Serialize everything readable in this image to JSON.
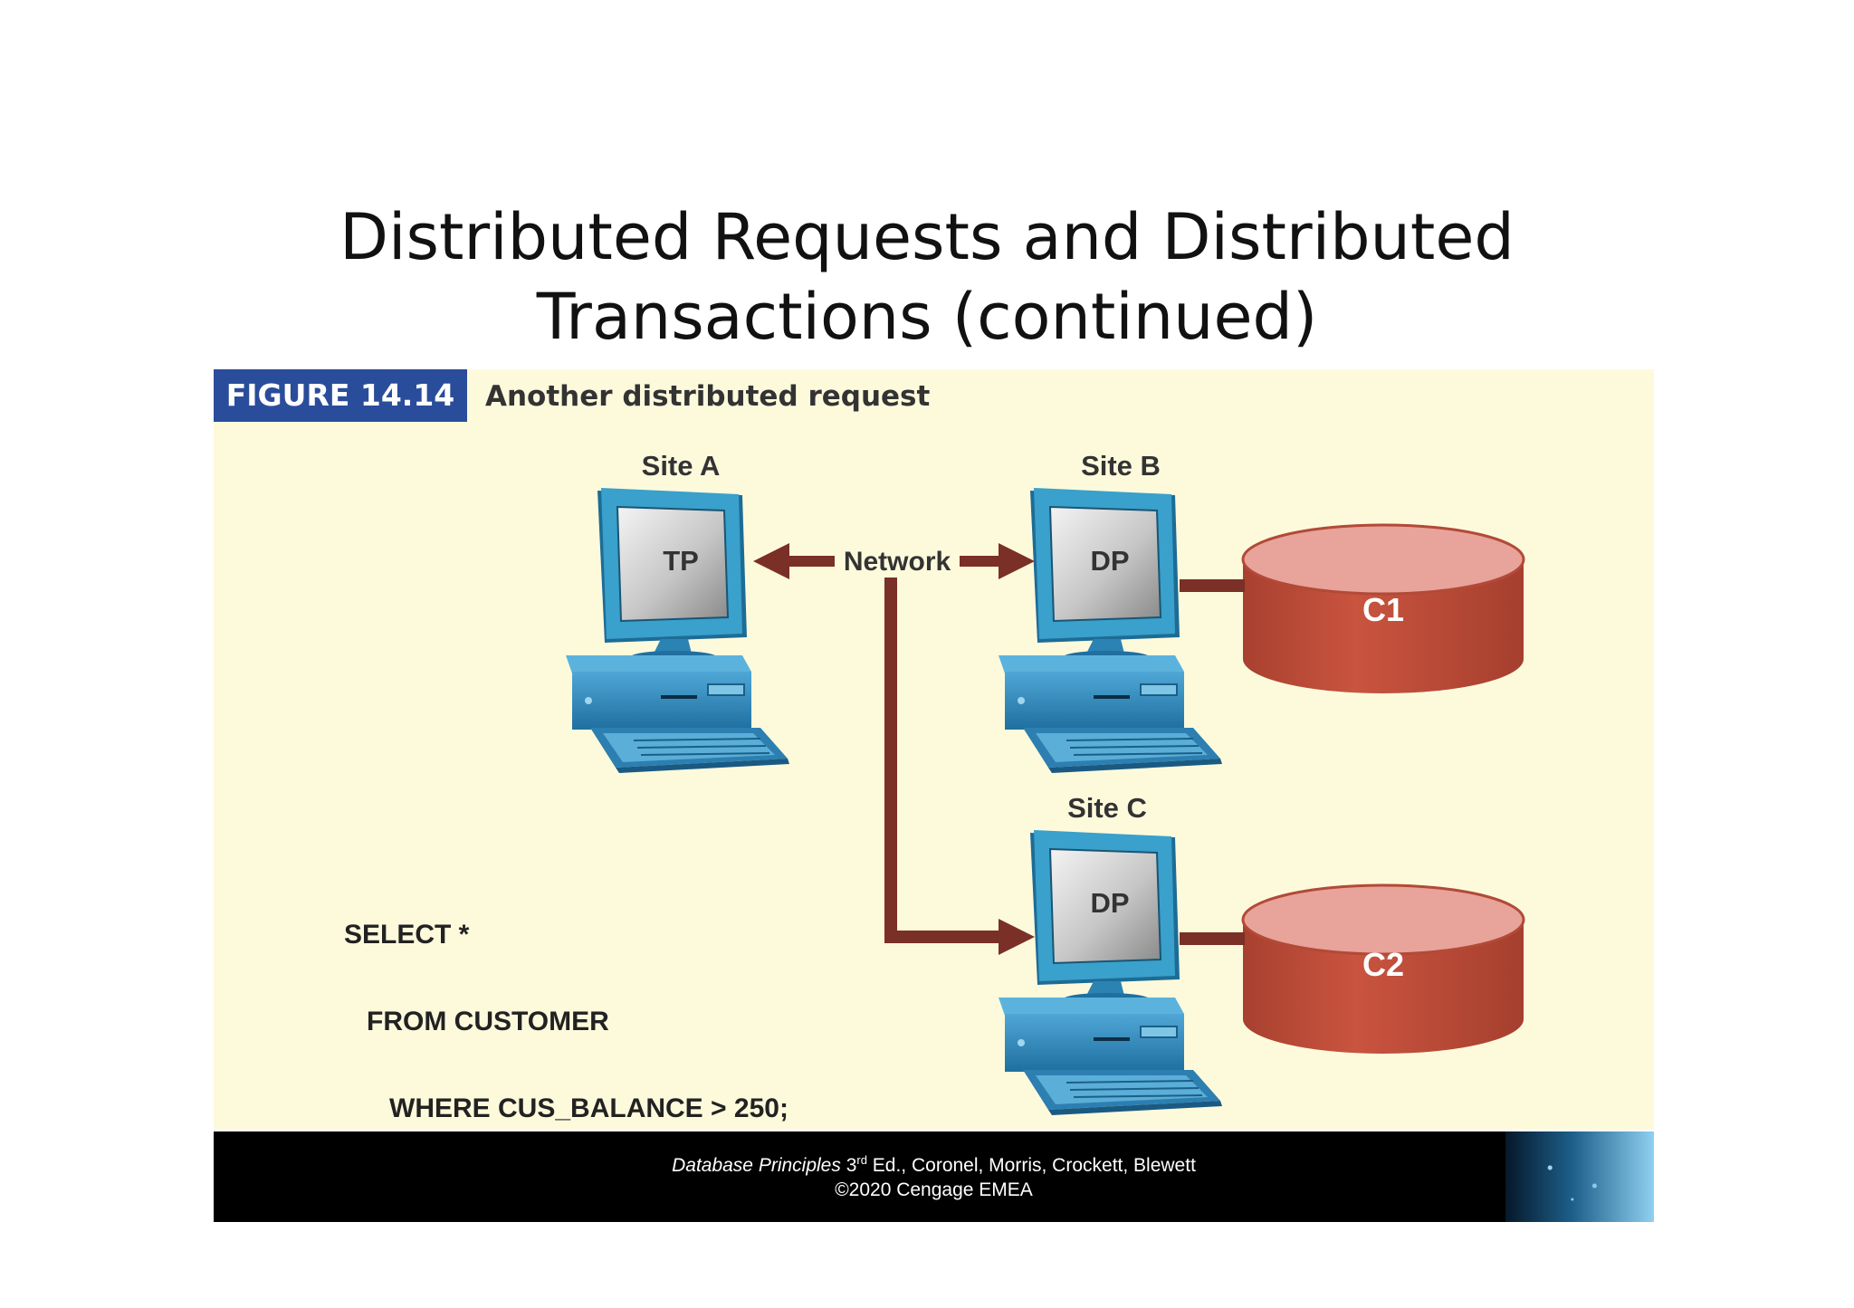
{
  "slide": {
    "title_line1": "Distributed Requests and Distributed",
    "title_line2": "Transactions (continued)"
  },
  "figure": {
    "label": "FIGURE 14.14",
    "caption": "Another distributed request"
  },
  "diagram": {
    "sites": [
      {
        "name": "Site A",
        "screen": "TP"
      },
      {
        "name": "Site B",
        "screen": "DP"
      },
      {
        "name": "Site C",
        "screen": "DP"
      }
    ],
    "network_label": "Network",
    "databases": [
      "C1",
      "C2"
    ]
  },
  "sql": {
    "line1": "SELECT *",
    "line2": "   FROM CUSTOMER",
    "line3": "      WHERE CUS_BALANCE > 250;"
  },
  "footer": {
    "book": "Database Principles",
    "edition_number": "3",
    "edition_suffix": "rd",
    "authors": " Ed., Coronel, Morris, Crockett, Blewett",
    "copyright": "©2020 Cengage EMEA"
  },
  "colors": {
    "panel_bg": "#fdfadc",
    "figure_label_bg": "#2a4d9b",
    "arrow": "#7a2f27",
    "database": "#c2503d"
  }
}
